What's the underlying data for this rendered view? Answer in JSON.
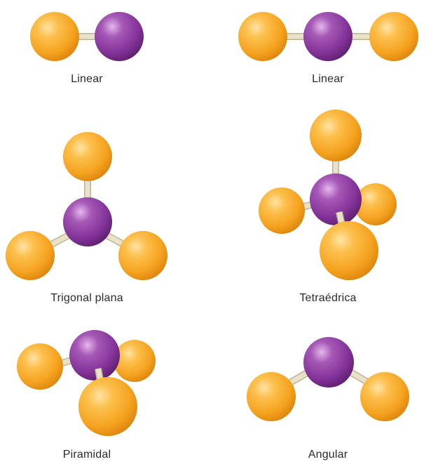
{
  "colors": {
    "outer_atom": "#F5A623",
    "central_atom": "#8E3A9E",
    "bond": "#E8E2C8"
  },
  "molecules": [
    {
      "id": "linear-diatomic",
      "label": "Linear"
    },
    {
      "id": "linear-triatomic",
      "label": "Linear"
    },
    {
      "id": "trigonal-planar",
      "label": "Trigonal plana"
    },
    {
      "id": "tetrahedral",
      "label": "Tetraédrica"
    },
    {
      "id": "pyramidal",
      "label": "Piramidal"
    },
    {
      "id": "angular",
      "label": "Angular"
    }
  ]
}
